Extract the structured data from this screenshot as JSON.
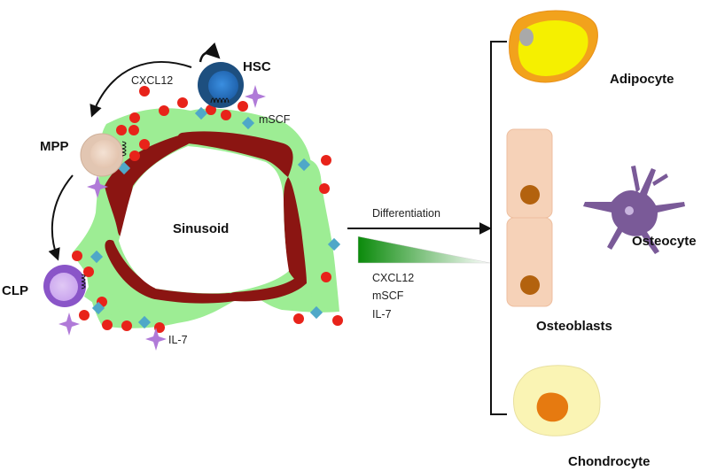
{
  "labels": {
    "hsc": "HSC",
    "mpp": "MPP",
    "clp": "CLP",
    "sinusoid": "Sinusoid",
    "cxcl12_top": "CXCL12",
    "mscf_top": "mSCF",
    "il7_bottom": "IL-7",
    "differentiation": "Differentiation",
    "gradient_cxcl12": "CXCL12",
    "gradient_mscf": "mSCF",
    "gradient_il7": "IL-7",
    "adipocyte": "Adipocyte",
    "osteocyte": "Osteocyte",
    "osteoblasts": "Osteoblasts",
    "chondrocyte": "Chondrocyte"
  },
  "colors": {
    "cxcl12_dot": "#e8231a",
    "mscf_diamond": "#4fa8c8",
    "il7_star": "#b07ad8",
    "stromal_green": "#9ded94",
    "sinusoid_wall": "#8b1512",
    "hsc_cell": "#1d4f7f",
    "mpp_cell": "#ead2c0",
    "clp_cell": "#8a55c8",
    "gradient_green": "#1a8a1a",
    "adipocyte_yellow": "#f5f000",
    "adipocyte_rim": "#f2a21c",
    "osteoblast_body": "#f6d2b8",
    "osteoblast_nucleus": "#b3620e",
    "osteocyte_purple": "#7a5a98",
    "chondrocyte_outer": "#faf4b4",
    "chondrocyte_core": "#e67a10"
  }
}
